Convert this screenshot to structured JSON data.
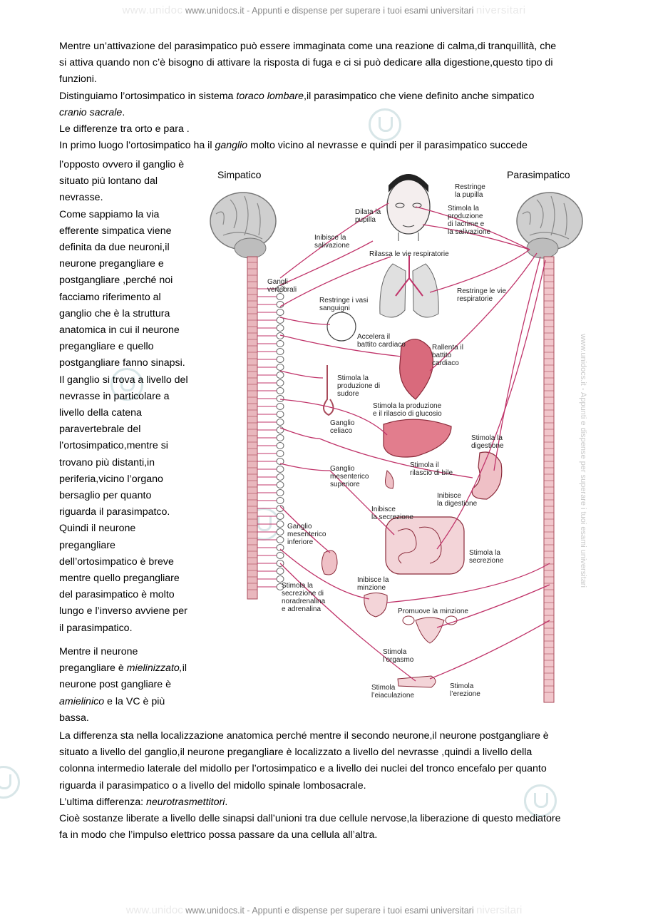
{
  "header_text": "www.unidocs.it - Appunti e dispense per superare i tuoi esami universitari",
  "header_ghost_left": "www.unidoc",
  "header_ghost_right": "niversitari",
  "footer_text": "www.unidocs.it - Appunti e dispense per superare i tuoi esami universitari",
  "footer_ghost_left": "www.unidoc",
  "footer_ghost_right": "niversitari",
  "side_text": "www.unidocs.it - Appunti e dispense per superare i tuoi esami universitari",
  "paragraphs": {
    "p1_line1": "Mentre un’attivazione del parasimpatico può essere immaginata come una reazione di calma,di tranquillità, che",
    "p1_line2": "si attiva quando non c’è bisogno di attivare la risposta di fuga e ci si può dedicare alla digestione,questo tipo di",
    "p1_line3": "funzioni.",
    "p2_a": "Distinguiamo l’ortosimpatico in sistema ",
    "p2_b": "toraco lombare",
    "p2_c": ",il parasimpatico che viene definito anche simpatico",
    "p2_d": "cranio sacrale",
    "p2_e": ".",
    "p3": "Le differenze tra orto e para .",
    "p4_a": "In primo luogo l’ortosimpatico ha il ",
    "p4_b": "ganglio",
    "p4_c": " molto vicino al nevrasse e quindi per il parasimpatico succede"
  },
  "left_column": [
    "l’opposto ovvero il ganglio è",
    "situato più lontano dal",
    "nevrasse.",
    "Come sappiamo la via",
    "efferente simpatica viene",
    "definita da due neuroni,il",
    "neurone pregangliare e",
    "postgangliare ,perché noi",
    "facciamo riferimento al",
    "ganglio che è la struttura",
    "anatomica in cui il neurone",
    "pregangliare e quello",
    "postgangliare fanno sinapsi.",
    "Il ganglio si trova a livello del",
    "nevrasse in particolare a",
    "livello  della catena",
    "paravertebrale del",
    "l’ortosimpatico,mentre si",
    "trovano più distanti,in",
    "periferia,vicino l’organo",
    "bersaglio per quanto",
    "riguarda il parasimpatco.",
    "Quindi il neurone",
    "pregangliare",
    "dell’ortosimpatico è breve",
    "mentre quello pregangliare",
    "del parasimpatico è molto",
    "lungo  e l’inverso avviene per",
    "il parasimpatico."
  ],
  "left_italic": {
    "l1_a": "Mentre il neurone",
    "l2_a": "pregangliare è ",
    "l2_b": "mielinizzato,",
    "l2_c": "il",
    "l3_a": "neurone post gangliare è",
    "l4_a": "amielinico",
    "l4_b": " e la VC è più",
    "l5_a": "bassa."
  },
  "bottom": {
    "b1": "La differenza sta nella localizzazione anatomica perché mentre il secondo neurone,il neurone postgangliare è",
    "b2": "situato a livello del ganglio,il neurone pregangliare è localizzato a livello del nevrasse ,quindi a livello della",
    "b3": "colonna intermedio laterale del midollo per l’ortosimpatico e a livello dei nuclei del tronco encefalo per quanto",
    "b4": "riguarda il parasimpatico o a livello del midollo spinale lombosacrale.",
    "b5_a": "L’ultima differenza: ",
    "b5_b": "neurotrasmettitori",
    "b5_c": ".",
    "b6": "Cioè sostanze liberate a livello delle sinapsi dall’unioni tra due cellule nervose,la liberazione di questo mediatore",
    "b7": "fa in modo che l’impulso elettrico possa passare da una cellula all’altra."
  },
  "figure": {
    "title_left": "Simpatico",
    "title_right": "Parasimpatico",
    "labels": {
      "restringe_pupilla_1": "Restringe",
      "restringe_pupilla_2": "la pupilla",
      "dilata_1": "Dilata la",
      "dilata_2": "pupilla",
      "stimola_lacrime_1": "Stimola la",
      "stimola_lacrime_2": "produzione",
      "stimola_lacrime_3": "di lacrime e",
      "stimola_lacrime_4": "la salivazione",
      "inibisce_saliv_1": "Inibisce la",
      "inibisce_saliv_2": "salivazione",
      "rilassa": "Rilassa le vie respiratorie",
      "gangli_1": "Gangli",
      "gangli_2": "vertebrali",
      "restringe_vasi_1": "Restringe i vasi",
      "restringe_vasi_2": "sanguigni",
      "restringe_vie_1": "Restringe le vie",
      "restringe_vie_2": "respiratorie",
      "accelera_1": "Accelera il",
      "accelera_2": "battito cardiaco",
      "rallenta_1": "Rallenta il",
      "rallenta_2": "battito",
      "rallenta_3": "cardiaco",
      "sudore_1": "Stimola la",
      "sudore_2": "produzione di",
      "sudore_3": "sudore",
      "glucosio_1": "Stimola la produzione",
      "glucosio_2": "e il rilascio di glucosio",
      "celiaco_1": "Ganglio",
      "celiaco_2": "celiaco",
      "digestione_1": "Stimola la",
      "digestione_2": "digestione",
      "mesent_sup_1": "Ganglio",
      "mesent_sup_2": "mesenterico",
      "mesent_sup_3": "superiore",
      "bile_1": "Stimola il",
      "bile_2": "rilascio di bile",
      "inib_dig_1": "Inibisce",
      "inib_dig_2": "la digestione",
      "inib_secr_1": "Inibisce",
      "inib_secr_2": "la secrezione",
      "mesent_inf_1": "Ganglio",
      "mesent_inf_2": "mesenterico",
      "mesent_inf_3": "inferiore",
      "stim_secr_1": "Stimola la",
      "stim_secr_2": "secrezione",
      "nor_1": "Stimola la",
      "nor_2": "secrezione di",
      "nor_3": "noradrenalina",
      "nor_4": "e adrenalina",
      "inib_minz_1": "Inibisce la",
      "inib_minz_2": "minzione",
      "promuove": "Promuove la minzione",
      "orgasmo_1": "Stimola",
      "orgasmo_2": "l’orgasmo",
      "eiac_1": "Stimola",
      "eiac_2": "l’eiaculazione",
      "erez_1": "Stimola",
      "erez_2": "l’erezione"
    },
    "colors": {
      "nerve": "#c0346a",
      "organ": "#e7a3ac",
      "organ_dark": "#a84a5a",
      "gray": "#c8c8c8"
    }
  }
}
